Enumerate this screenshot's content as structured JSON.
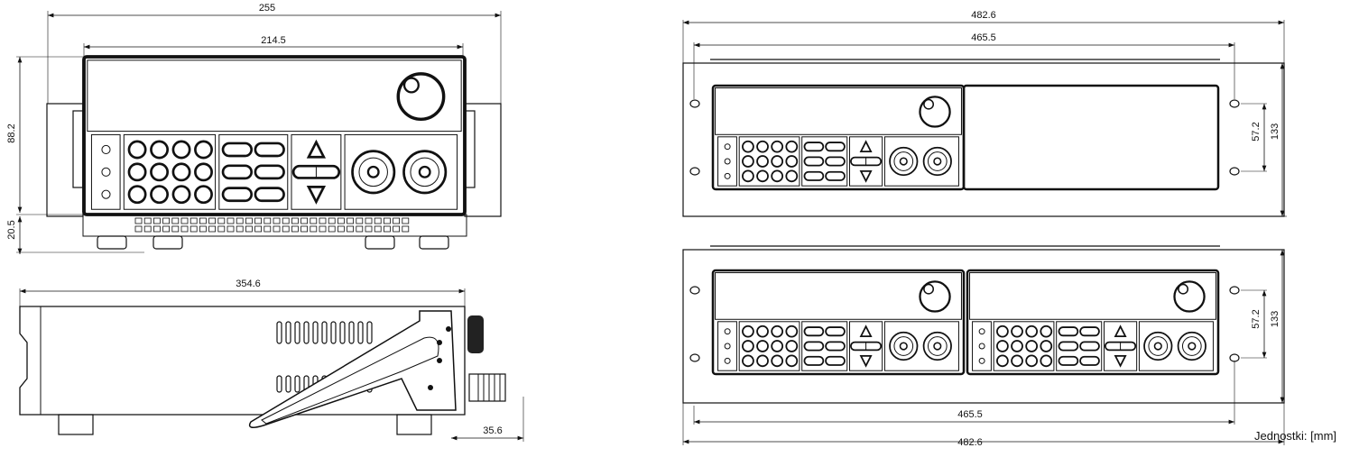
{
  "dimensions": {
    "front_overall_width": "255",
    "front_panel_width": "214.5",
    "front_height": "88.2",
    "foot_height": "20.5",
    "side_depth": "354.6",
    "side_terminal_depth": "35.6",
    "rack1_overall_width": "482.6",
    "rack1_inner_width": "465.5",
    "rack1_hole_spacing": "57.2",
    "rack1_height": "133",
    "rack2_hole_spacing": "57.2",
    "rack2_height": "133",
    "rack2_inner_width": "465.5",
    "rack2_overall_width": "482.6"
  },
  "units_label": "Jednostki: [mm]"
}
